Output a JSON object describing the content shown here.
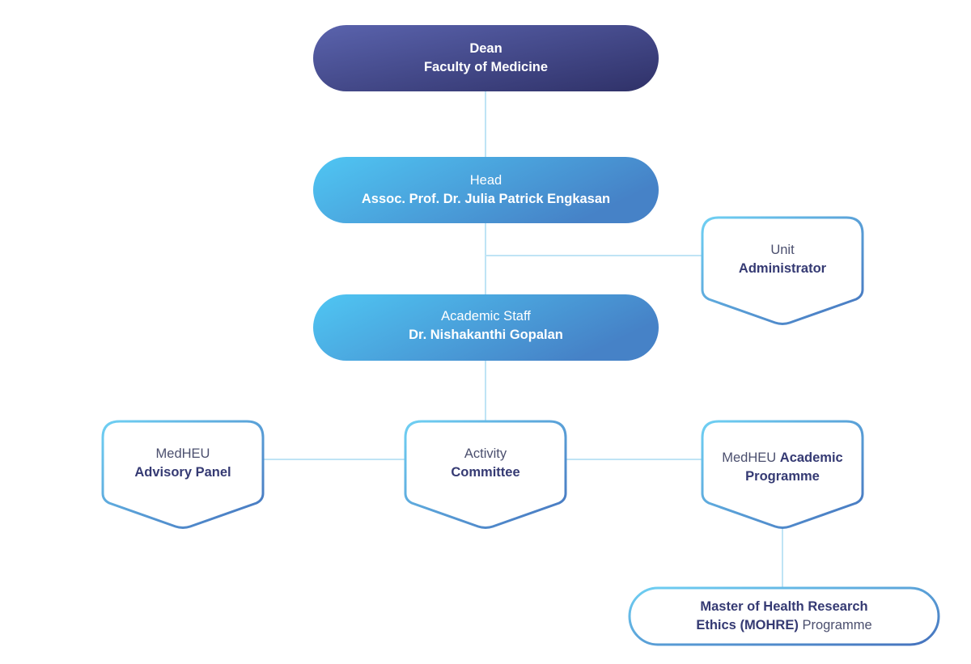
{
  "colors": {
    "dean_gradient": [
      "#5a63ad",
      "#2f3168"
    ],
    "blue_gradient": [
      "#4fc6f3",
      "#4682c7"
    ],
    "outline_gradient": [
      "#6fd0f3",
      "#4572bd"
    ],
    "connector": "#bfe4f5",
    "bold_text": "#353a73",
    "light_text": "#4b4f6e"
  },
  "nodes": {
    "dean": {
      "line1": "Dean",
      "line2": "Faculty of Medicine"
    },
    "head": {
      "line1": "Head",
      "line2": "Assoc. Prof. Dr. Julia Patrick Engkasan"
    },
    "academic_staff": {
      "line1": "Academic Staff",
      "line2": "Dr. Nishakanthi Gopalan"
    },
    "unit_admin": {
      "line1": "Unit",
      "line2": "Administrator"
    },
    "advisory_panel": {
      "line1": "MedHEU",
      "line2": "Advisory Panel"
    },
    "activity_committee": {
      "line1": "Activity",
      "line2": "Committee"
    },
    "academic_programme": {
      "line1_light": "MedHEU ",
      "line1_bold": "Academic",
      "line2": "Programme"
    },
    "mohre": {
      "line1": "Master of Health Research",
      "line2_bold": "Ethics (MOHRE)",
      "line2_light": " Programme"
    }
  }
}
